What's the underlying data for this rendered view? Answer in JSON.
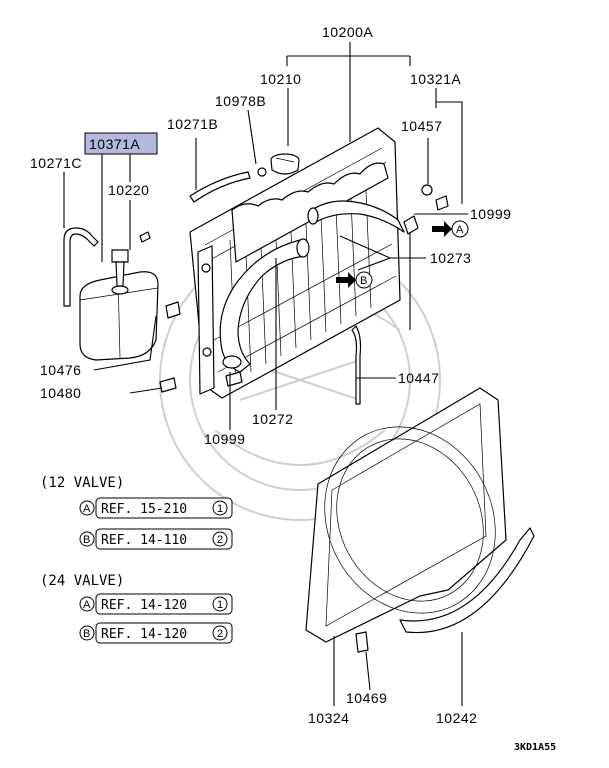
{
  "parts": {
    "p10200A": "10200A",
    "p10210": "10210",
    "p10321A": "10321A",
    "p10978B": "10978B",
    "p10371A": "10371A",
    "p10271B": "10271B",
    "p10457": "10457",
    "p10271C": "10271C",
    "p10220": "10220",
    "p10999a": "10999",
    "p10273": "10273",
    "p10476": "10476",
    "p10480": "10480",
    "p10447": "10447",
    "p10272": "10272",
    "p10999b": "10999",
    "p10469": "10469",
    "p10324": "10324",
    "p10242": "10242"
  },
  "markers": {
    "a": "A",
    "b": "B"
  },
  "sections": [
    {
      "title": "(12 VALVE)",
      "refs": [
        {
          "marker": "A",
          "text": "REF. 15-210",
          "num": "1"
        },
        {
          "marker": "B",
          "text": "REF. 14-110",
          "num": "2"
        }
      ]
    },
    {
      "title": "(24 VALVE)",
      "refs": [
        {
          "marker": "A",
          "text": "REF. 14-120",
          "num": "1"
        },
        {
          "marker": "B",
          "text": "REF. 14-120",
          "num": "2"
        }
      ]
    }
  ],
  "diagram_code": "3KD1A55",
  "colors": {
    "highlight": "#b3b9dc",
    "line": "#000000",
    "watermark": "#cfcfcf"
  }
}
